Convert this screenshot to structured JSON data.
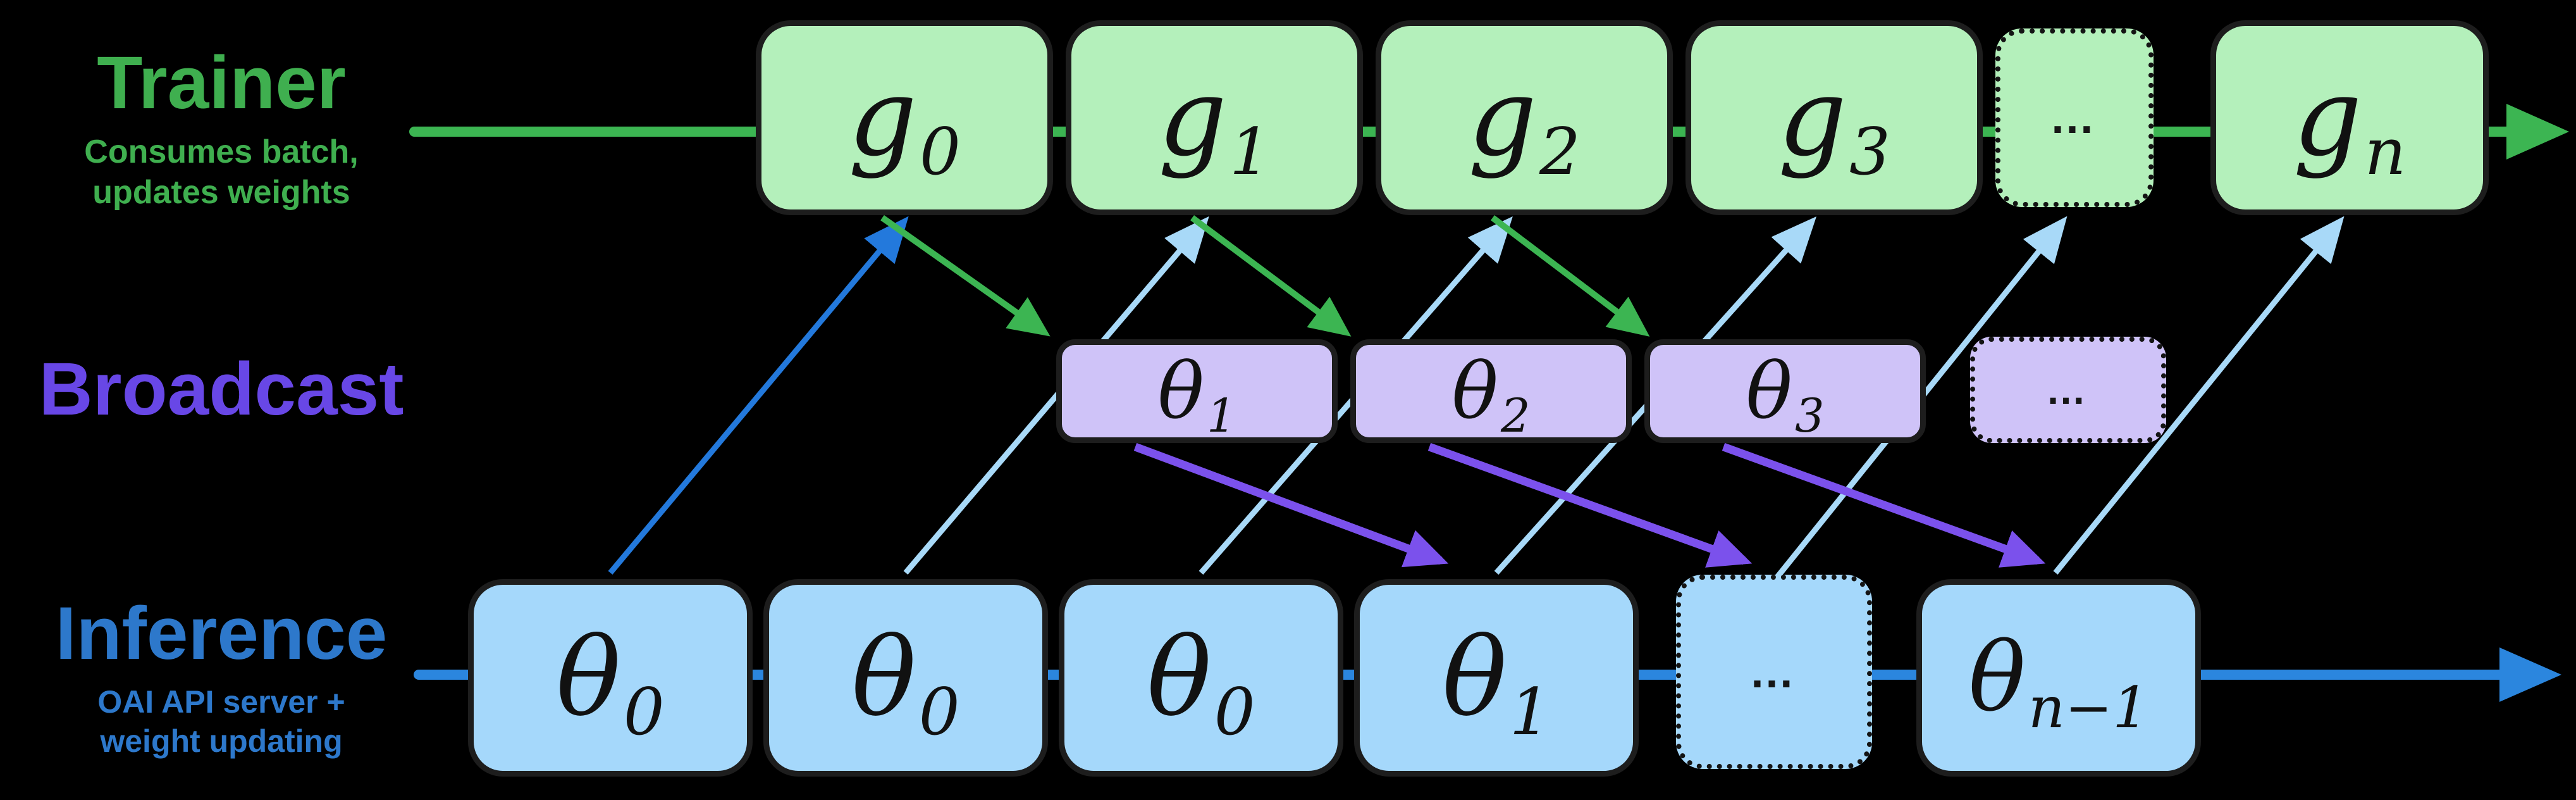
{
  "colors": {
    "background": "#000000",
    "trainer_label_green": "#3faf4f",
    "timeline_green": "#3cb552",
    "box_green": "#b4f0bb",
    "broadcast_label_purple": "#6847e6",
    "box_purple": "#cfc3f8",
    "arrow_purple": "#7b51ec",
    "inference_label_blue": "#2d78cb",
    "box_blue": "#a5d8fb",
    "timeline_blue": "#2b86de",
    "arrow_blue_dark": "#2379dc",
    "arrow_blue_light": "#a8d9f8",
    "box_border_dark": "#1d1d1d"
  },
  "lanes": {
    "trainer": {
      "title": "Trainer",
      "subtitle1": "Consumes batch,",
      "subtitle2": "updates weights"
    },
    "broadcast": {
      "title": "Broadcast"
    },
    "inference": {
      "title": "Inference",
      "subtitle1": "OAI API server +",
      "subtitle2": "weight updating"
    }
  },
  "trainer_boxes": [
    {
      "base": "g",
      "sub": "0"
    },
    {
      "base": "g",
      "sub": "1"
    },
    {
      "base": "g",
      "sub": "2"
    },
    {
      "base": "g",
      "sub": "3"
    },
    {
      "dots": "…"
    },
    {
      "base": "g",
      "sub": "n"
    }
  ],
  "broadcast_boxes": [
    {
      "base": "θ",
      "sub": "1"
    },
    {
      "base": "θ",
      "sub": "2"
    },
    {
      "base": "θ",
      "sub": "3"
    },
    {
      "dots": "…"
    }
  ],
  "inference_boxes": [
    {
      "base": "θ",
      "sub": "0"
    },
    {
      "base": "θ",
      "sub": "0"
    },
    {
      "base": "θ",
      "sub": "0"
    },
    {
      "base": "θ",
      "sub": "1"
    },
    {
      "dots": "…"
    },
    {
      "base": "θ",
      "sub": "n−1"
    }
  ]
}
